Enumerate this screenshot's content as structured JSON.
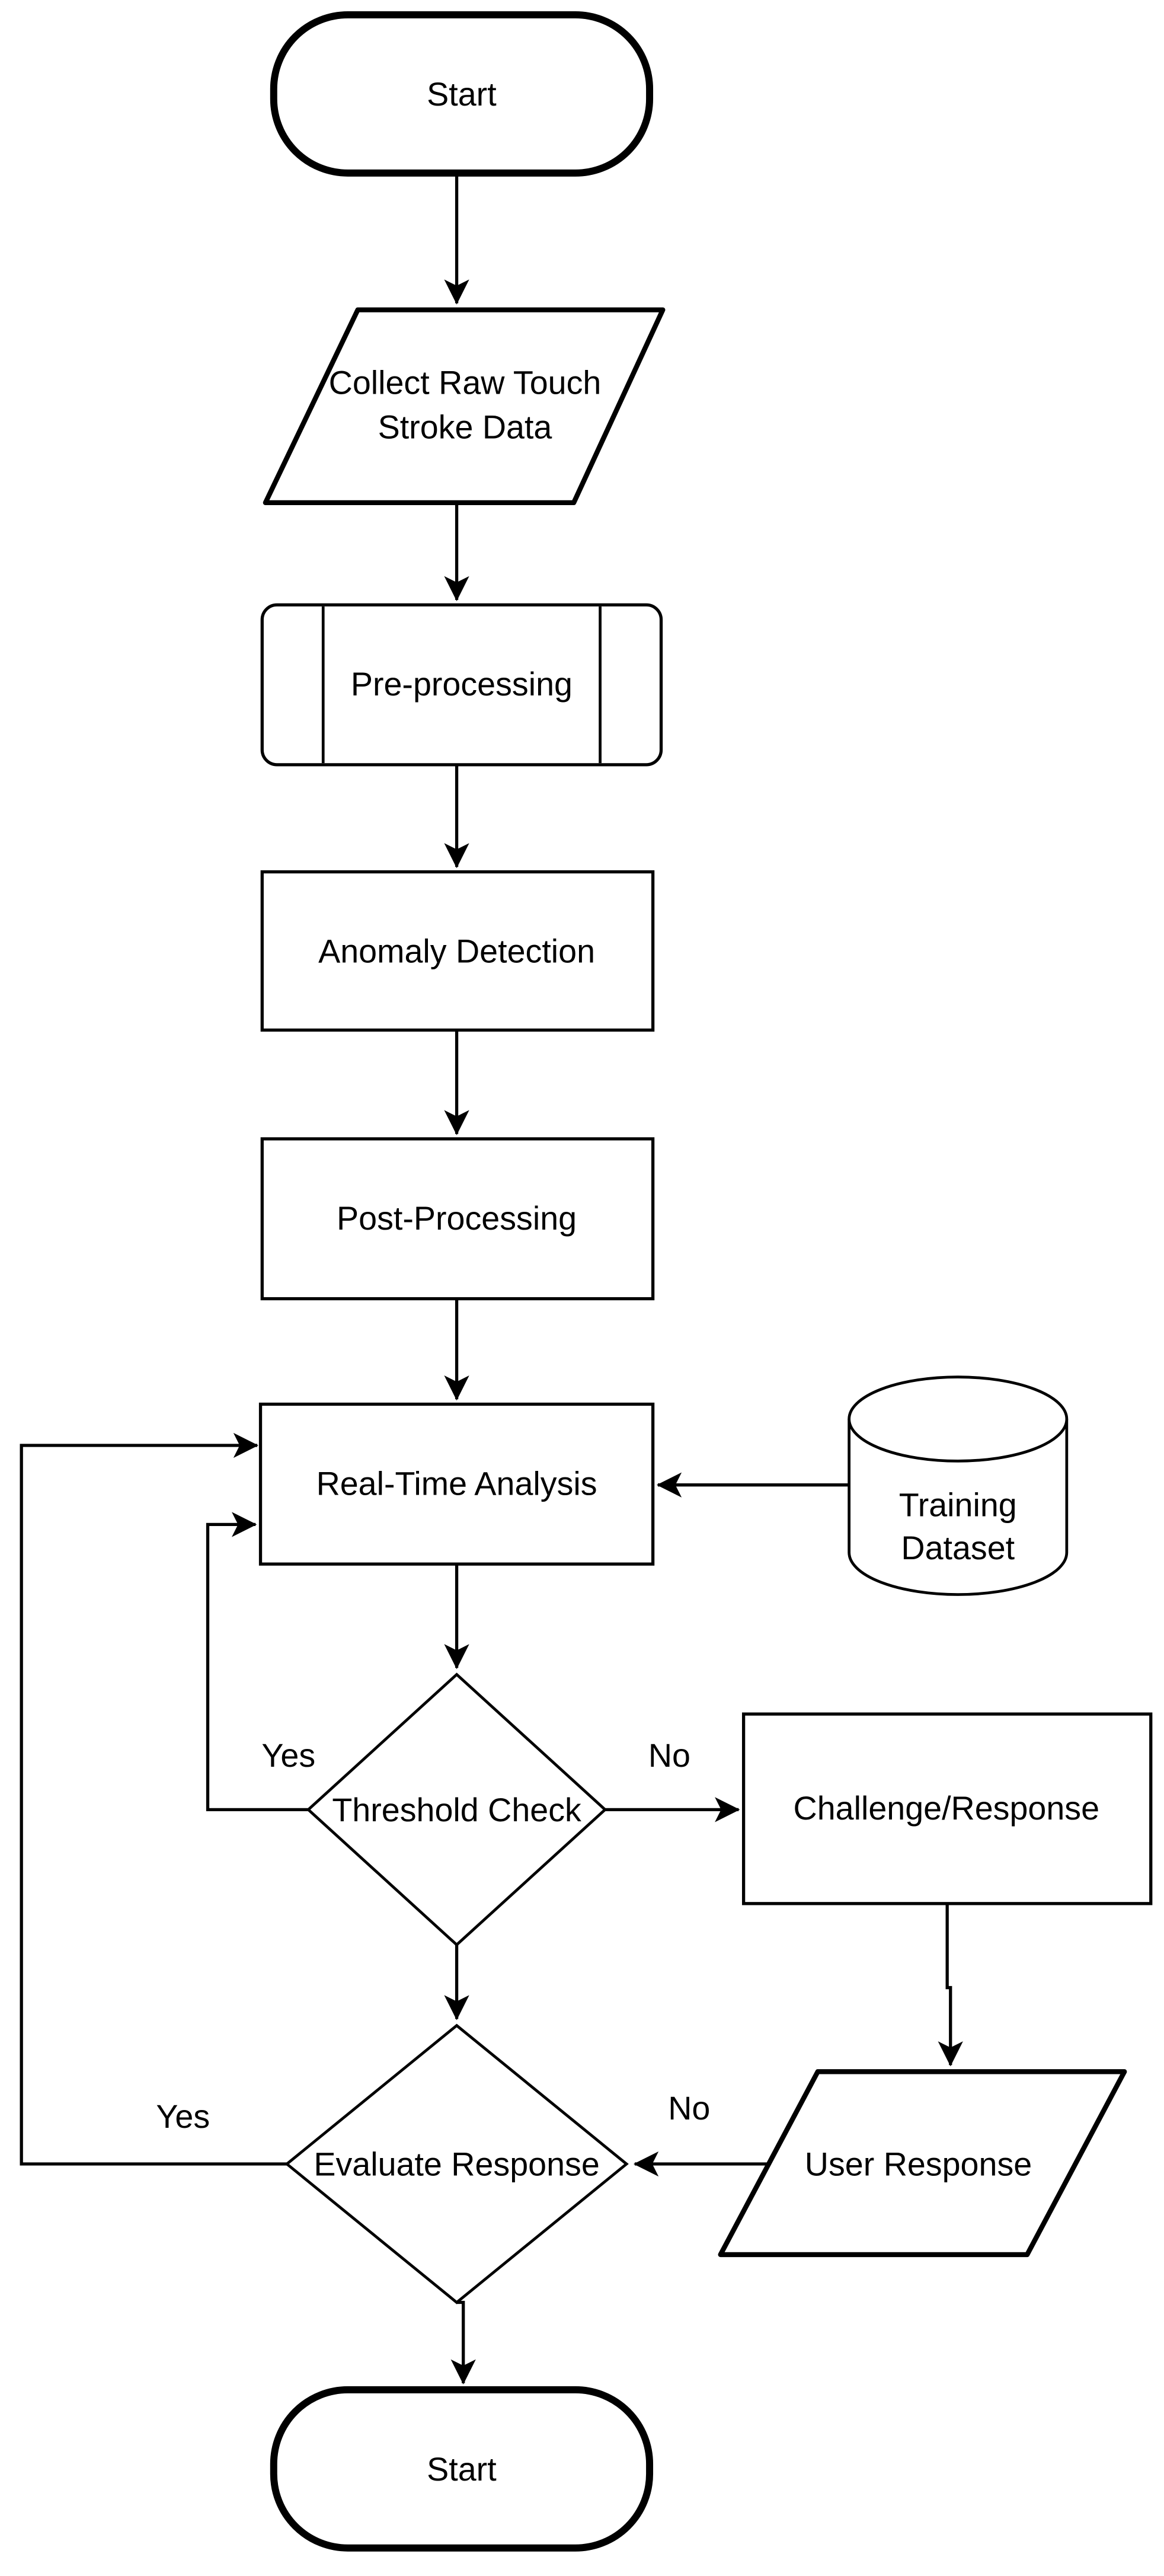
{
  "canvas": {
    "background": "#ffffff",
    "stroke_color": "#000000",
    "shape_fill": "#ffffff"
  },
  "nodes": {
    "start_top": {
      "shape": "terminator",
      "label": "Start"
    },
    "collect_data": {
      "shape": "data-parallelogram",
      "lines": [
        "Collect Raw Touch",
        "Stroke Data"
      ]
    },
    "preprocessing": {
      "shape": "predefined-process",
      "label": "Pre-processing"
    },
    "anomaly_detection": {
      "shape": "process",
      "label": "Anomaly Detection"
    },
    "post_processing": {
      "shape": "process",
      "label": "Post-Processing"
    },
    "realtime_analysis": {
      "shape": "process",
      "label": "Real-Time Analysis"
    },
    "training_dataset": {
      "shape": "database-cylinder",
      "lines": [
        "Training",
        "Dataset"
      ]
    },
    "threshold_check": {
      "shape": "decision",
      "label": "Threshold Check"
    },
    "challenge_response": {
      "shape": "process",
      "label": "Challenge/Response"
    },
    "user_response": {
      "shape": "data-parallelogram",
      "label": "User Response"
    },
    "evaluate_response": {
      "shape": "decision",
      "label": "Evaluate Response"
    },
    "start_bottom": {
      "shape": "terminator",
      "label": "Start"
    }
  },
  "edge_labels": {
    "threshold_yes": "Yes",
    "threshold_no": "No",
    "evaluate_yes": "Yes",
    "evaluate_no": "No"
  }
}
